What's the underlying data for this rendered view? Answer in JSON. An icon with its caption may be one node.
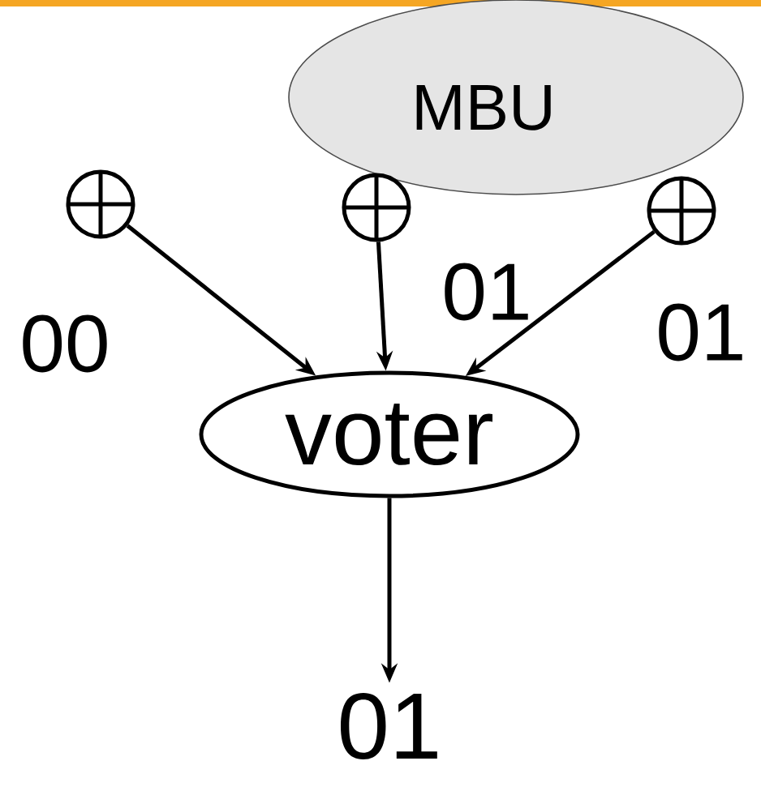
{
  "diagram": {
    "nodes": [
      {
        "text": [
          "MBU"
        ]
      },
      {
        "text": [],
        "shape": "circle"
      },
      {
        "text": [],
        "shape": "circle"
      },
      {
        "text": [],
        "shape": "circle"
      },
      {
        "text": [
          "voter"
        ]
      },
      {
        "text": [
          "01"
        ]
      }
    ],
    "edges": [
      {
        "from": 1,
        "to": 4,
        "arrow": "to",
        "label": "00"
      },
      {
        "from": 2,
        "to": 4,
        "arrow": "to",
        "label": "01"
      },
      {
        "from": 3,
        "to": 4,
        "arrow": "to",
        "label": "01"
      },
      {
        "from": 4,
        "to": 5,
        "arrow": "to"
      }
    ]
  }
}
